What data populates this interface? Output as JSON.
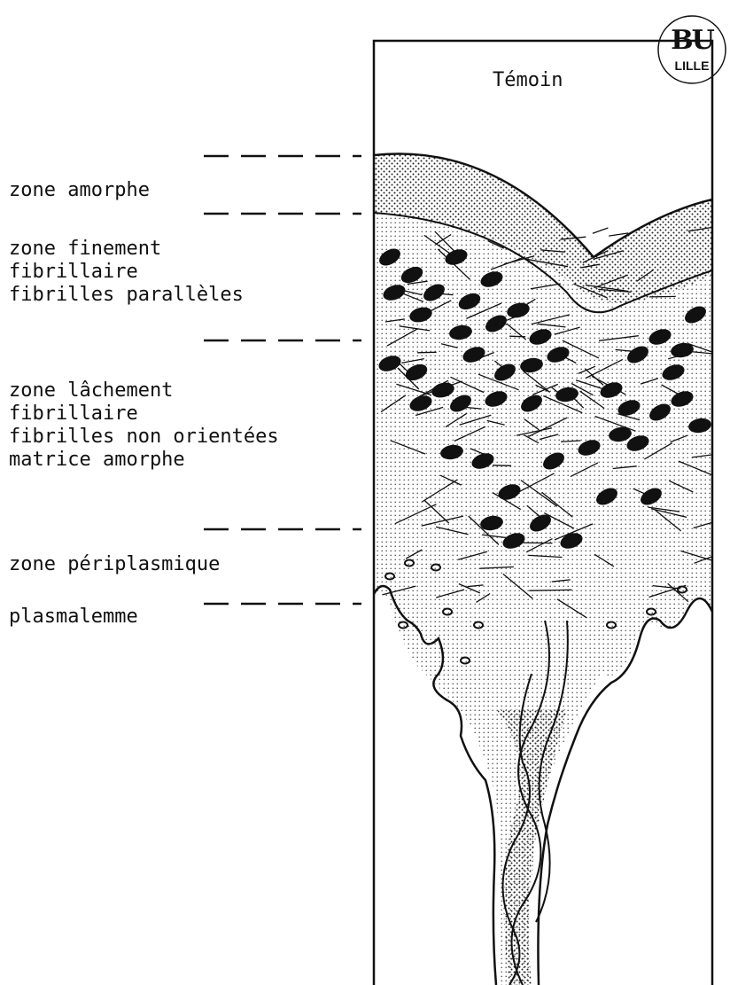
{
  "panel": {
    "title": "Témoin"
  },
  "stamp": {
    "top": "BU",
    "bottom": "LILLE"
  },
  "labels": {
    "zone_amorphe": "zone amorphe",
    "zone_finement": "zone finement\nfibrillaire\nfibrilles parallèles",
    "zone_lachement": "zone lâchement\nfibrillaire\nfibrilles non orientées\nmatrice amorphe",
    "zone_periplasmique": "zone périplasmique",
    "plasmalemme": "plasmalemme"
  },
  "colors": {
    "ink": "#111111",
    "paper": "#ffffff"
  }
}
